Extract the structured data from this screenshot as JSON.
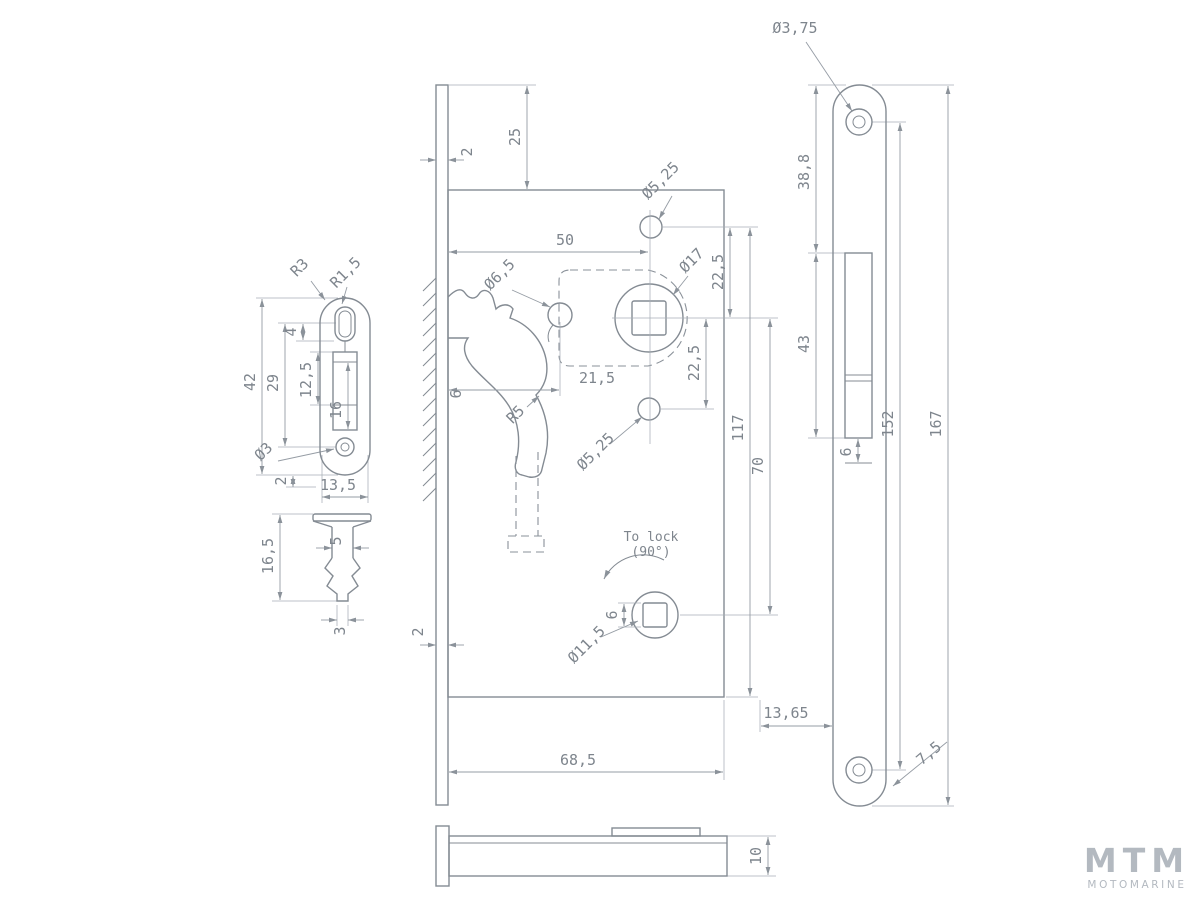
{
  "colors": {
    "line": "#848b93",
    "dimension": "#959ca4",
    "text": "#7e858d",
    "logo": "#b3b9c0",
    "background": "#ffffff"
  },
  "lock_case": {
    "offset_top": "25",
    "plate_thickness_top": "2",
    "plate_thickness_bottom": "2",
    "backset": "50",
    "hole_top_dia": "Ø5,25",
    "hole_bottom_dia": "Ø5,25",
    "cylinder_dia": "Ø17",
    "pin_dia": "Ø6,5",
    "pin_offset": "21,5",
    "hook_radius": "R5",
    "hook_width": "6",
    "top_hole_span": "22,5",
    "bottom_hole_span": "22,5",
    "holes_span": "117",
    "spindle_span": "70",
    "spindle_dia": "Ø11,5",
    "spindle_square": "6",
    "depth": "68,5",
    "to_faceplate": "13,65"
  },
  "strike_plate": {
    "corner_radius": "R3",
    "hole_radius": "R1,5",
    "hole_offset": "4",
    "length": "42",
    "holes_span": "29",
    "slot_upper": "12,5",
    "slot_height": "16",
    "screw_hole_dia": "Ø3",
    "thickness": "2",
    "width": "13,5"
  },
  "screw": {
    "length": "16,5",
    "shaft_dia": "5",
    "tip_dia": "3"
  },
  "faceplate": {
    "screw_hole_dia": "Ø3,75",
    "slot_offset": "38,8",
    "slot_length": "43",
    "slot_width": "6",
    "holes_span": "152",
    "length": "167",
    "end_offset": "7,5"
  },
  "side_view": {
    "thickness": "10"
  },
  "annotations": {
    "to_lock_line1": "To lock",
    "to_lock_line2": "(90°)"
  },
  "logo": {
    "title": "MTM",
    "subtitle": "MOTOMARINE"
  }
}
